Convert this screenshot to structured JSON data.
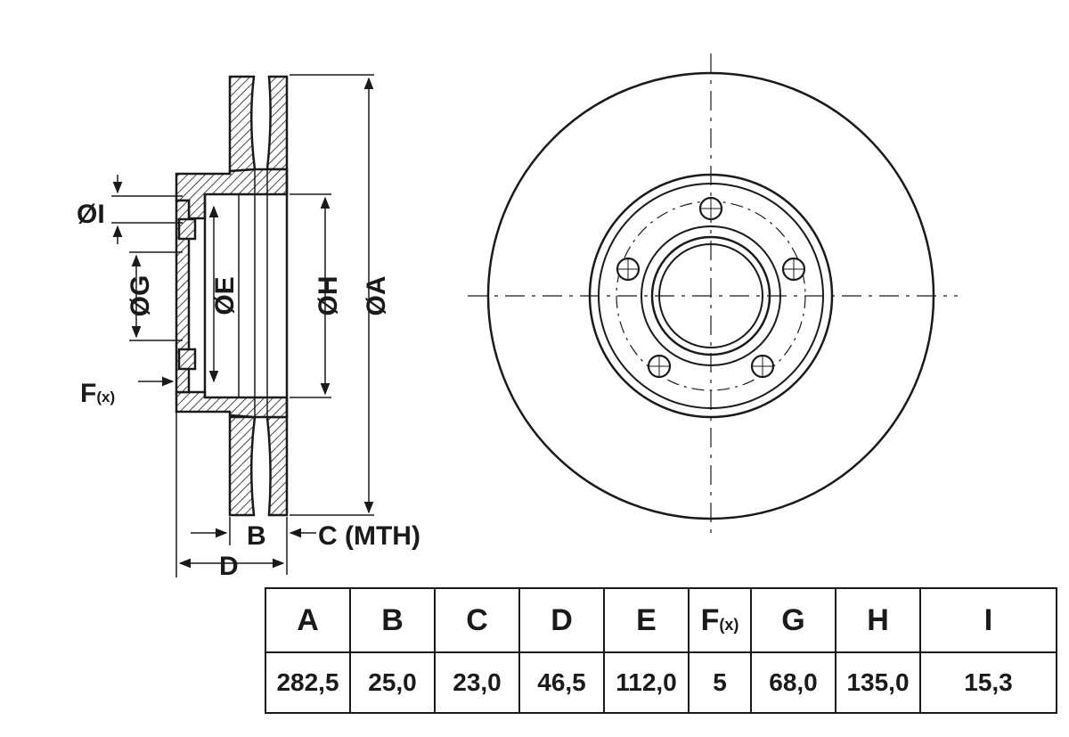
{
  "labels": {
    "dim_i": "ØI",
    "dim_g": "ØG",
    "dim_e": "ØE",
    "dim_h": "ØH",
    "dim_a": "ØA",
    "dim_f": "F",
    "dim_f_sub": "(x)",
    "dim_b": "B",
    "dim_c": "C (MTH)",
    "dim_d": "D"
  },
  "table": {
    "headers": [
      {
        "main": "A",
        "sub": ""
      },
      {
        "main": "B",
        "sub": ""
      },
      {
        "main": "C",
        "sub": ""
      },
      {
        "main": "D",
        "sub": ""
      },
      {
        "main": "E",
        "sub": ""
      },
      {
        "main": "F",
        "sub": "(x)"
      },
      {
        "main": "G",
        "sub": ""
      },
      {
        "main": "H",
        "sub": ""
      },
      {
        "main": "I",
        "sub": ""
      }
    ],
    "values": [
      "282,5",
      "25,0",
      "23,0",
      "46,5",
      "112,0",
      "5",
      "68,0",
      "135,0",
      "15,3"
    ]
  },
  "colors": {
    "line": "#1a1a1a",
    "background": "#ffffff"
  }
}
